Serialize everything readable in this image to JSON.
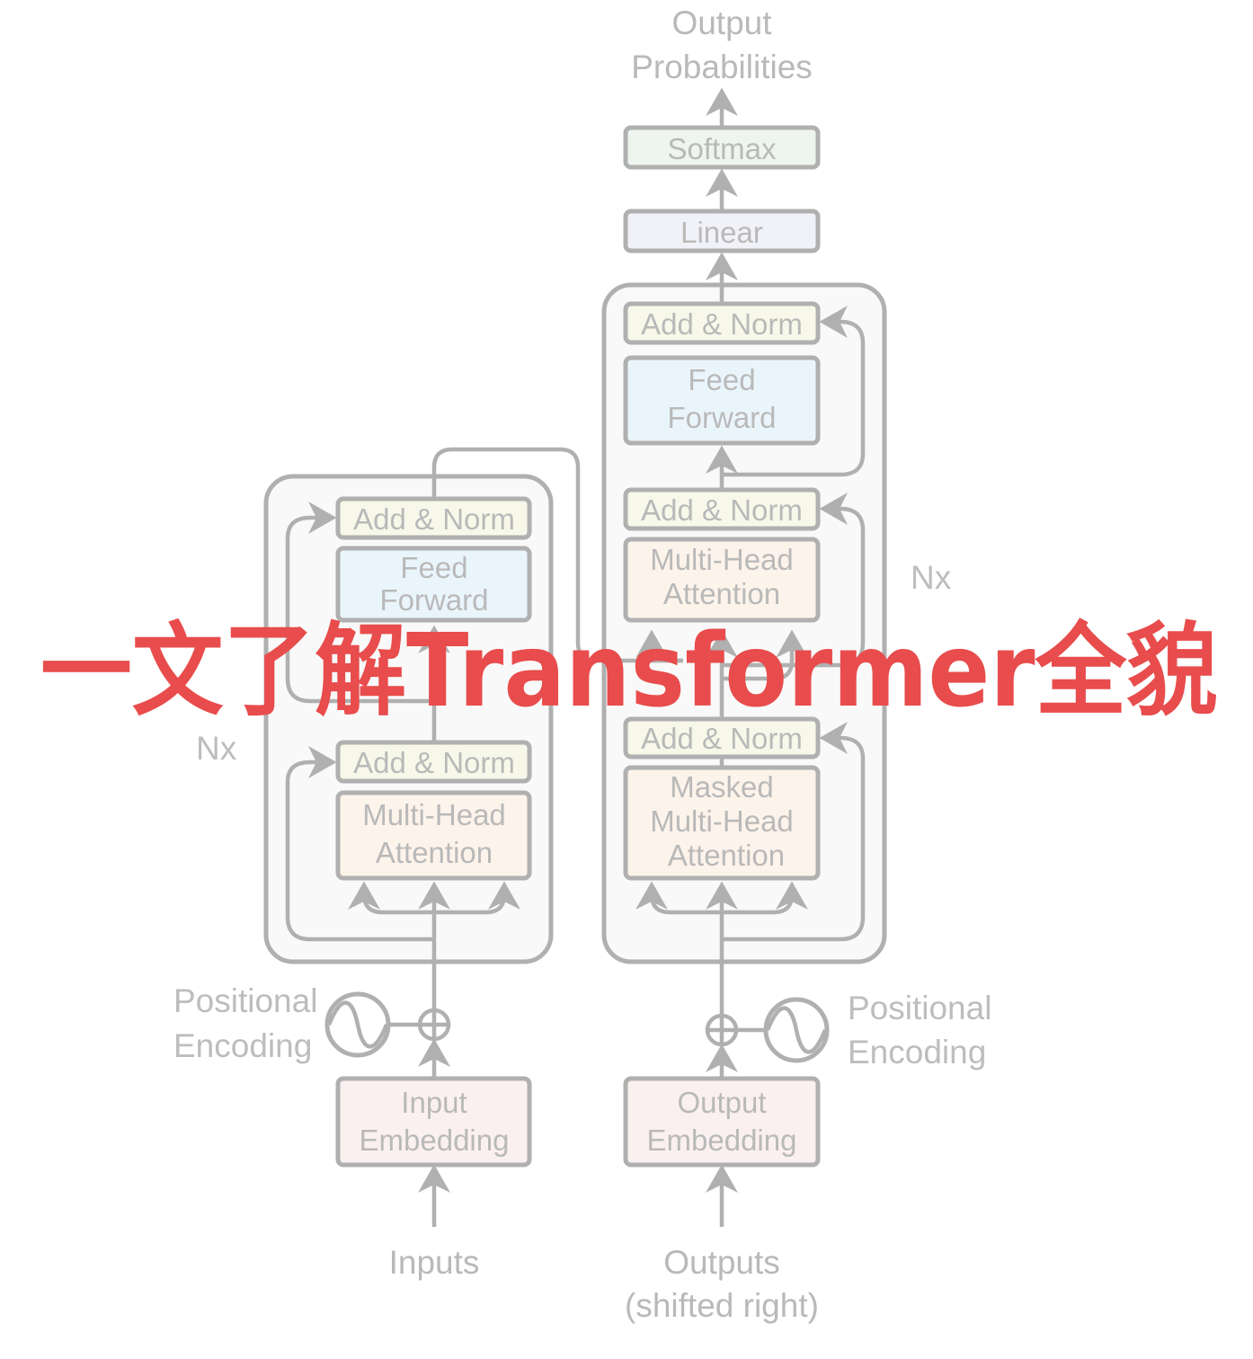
{
  "title": "一文了解Transformer全貌",
  "colors": {
    "title": "#e84c4c",
    "stroke": "#b0b0b0",
    "add_norm": "#f8f8ea",
    "feed_forward": "#eaf5fb",
    "attention": "#fcf3ea",
    "linear": "#f1f2f8",
    "softmax": "#eef5ee",
    "embedding": "#fbf0f0"
  },
  "output": {
    "line1": "Output",
    "line2": "Probabilities"
  },
  "softmax": "Softmax",
  "linear": "Linear",
  "encoder": {
    "repeat": "Nx",
    "add_norm_top": "Add & Norm",
    "feed_forward": [
      "Feed",
      "Forward"
    ],
    "add_norm_bottom": "Add & Norm",
    "attention": [
      "Multi-Head",
      "Attention"
    ],
    "positional": [
      "Positional",
      "Encoding"
    ],
    "embedding": [
      "Input",
      "Embedding"
    ],
    "input_label": "Inputs"
  },
  "decoder": {
    "repeat": "Nx",
    "add_norm_top": "Add & Norm",
    "feed_forward": [
      "Feed",
      "Forward"
    ],
    "add_norm_mid": "Add & Norm",
    "attention": [
      "Multi-Head",
      "Attention"
    ],
    "add_norm_bottom": "Add & Norm",
    "masked_attention": [
      "Masked",
      "Multi-Head",
      "Attention"
    ],
    "positional": [
      "Positional",
      "Encoding"
    ],
    "embedding": [
      "Output",
      "Embedding"
    ],
    "input_label": [
      "Outputs",
      "(shifted right)"
    ]
  }
}
